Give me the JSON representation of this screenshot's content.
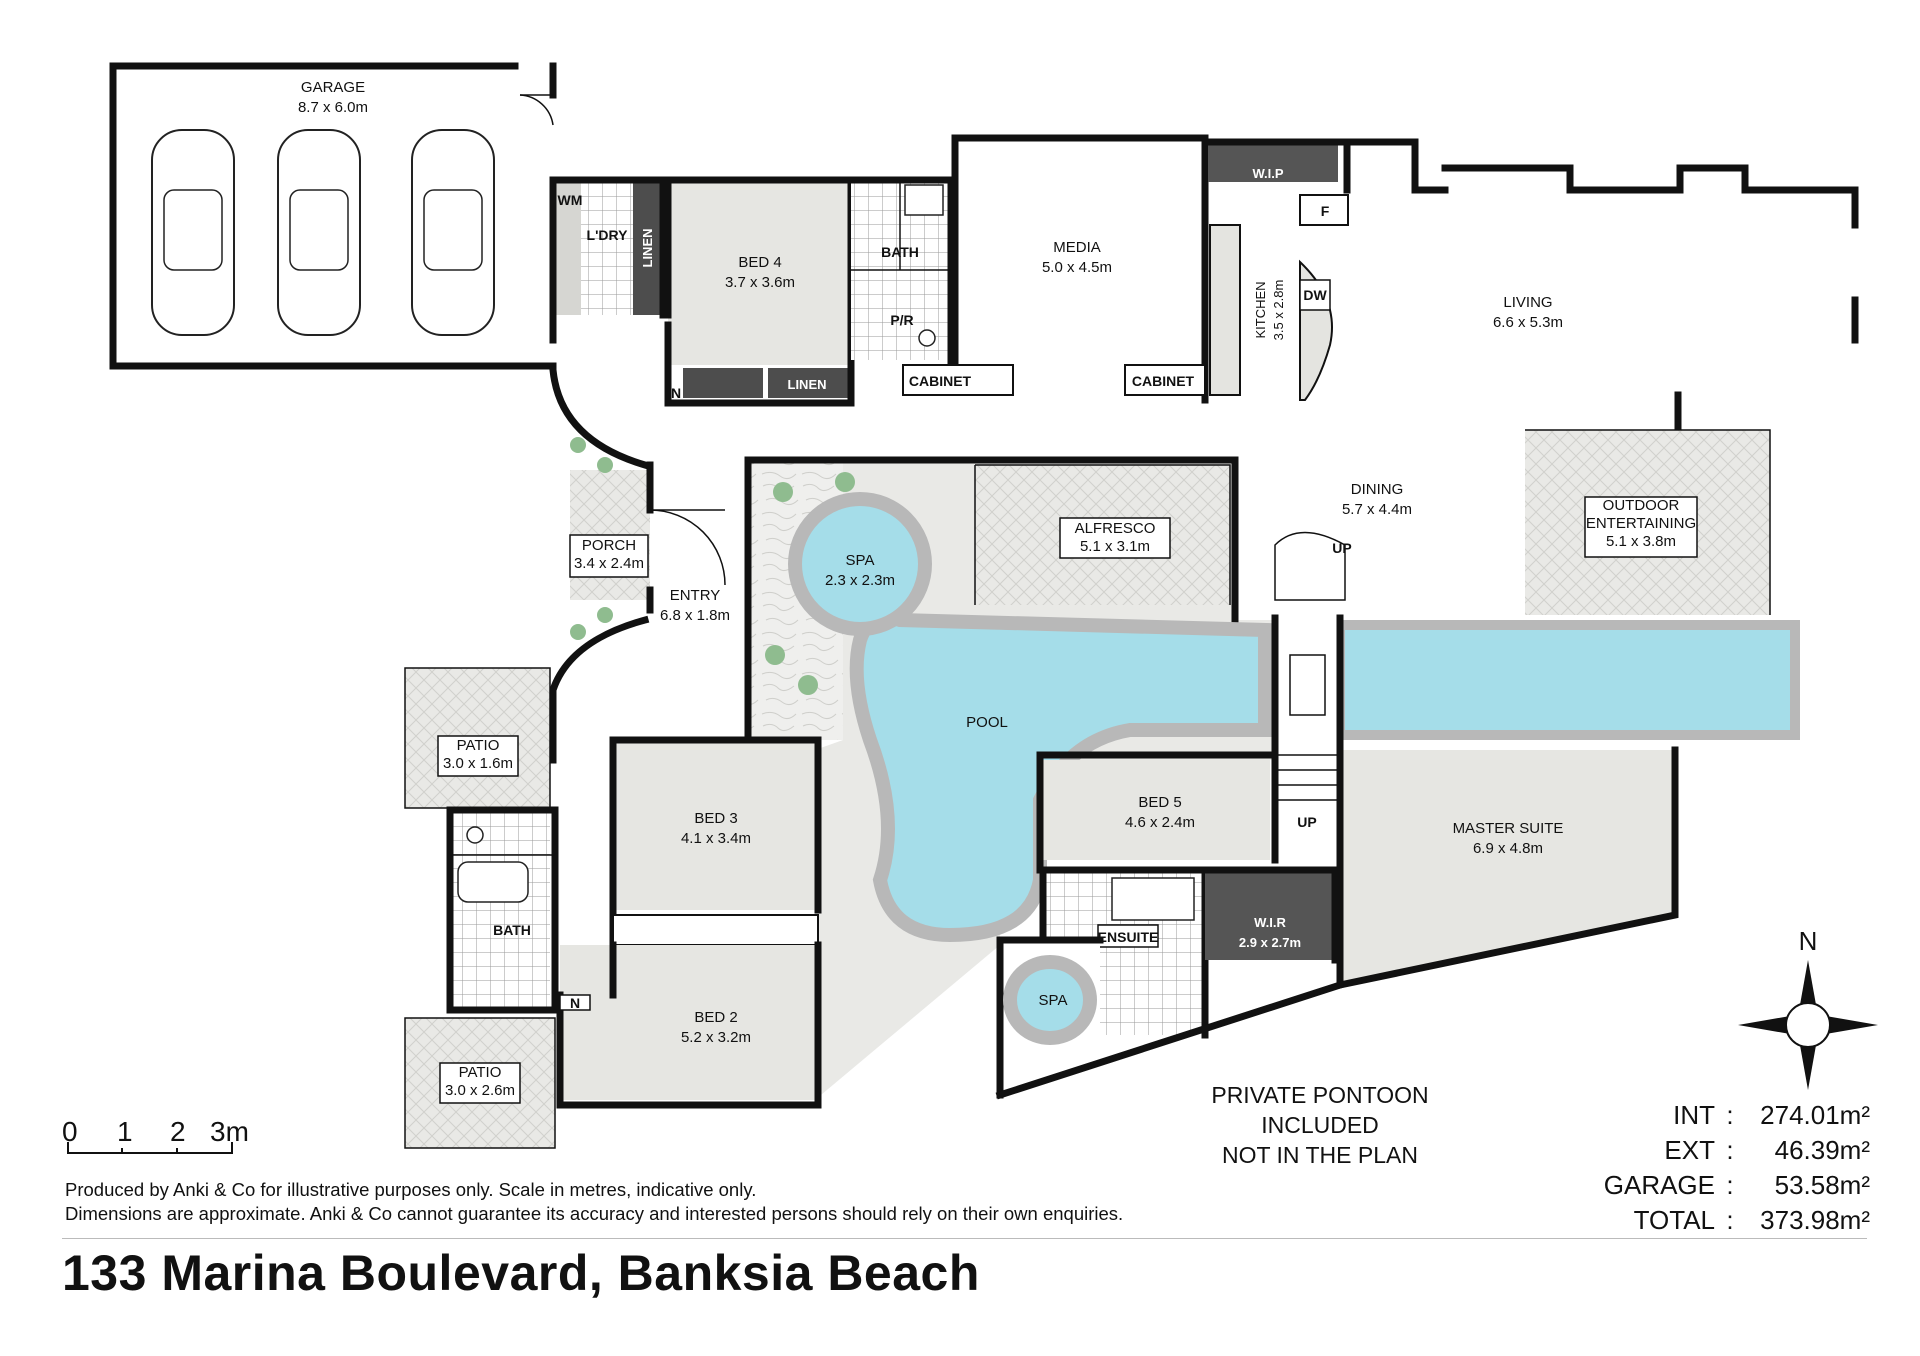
{
  "rooms": {
    "garage": {
      "name": "GARAGE",
      "dims": "8.7 x 6.0m"
    },
    "wm": "WM",
    "laundry": "L'DRY",
    "linen_1": "LINEN",
    "bed4": {
      "name": "BED 4",
      "dims": "3.7 x 3.6m"
    },
    "linen_2": "LINEN",
    "n_1": "N",
    "bath_1": "BATH",
    "pr": "P/R",
    "cabinet_1": "CABINET",
    "media": {
      "name": "MEDIA",
      "dims": "5.0 x 4.5m"
    },
    "cabinet_2": "CABINET",
    "wip": "W.I.P",
    "fridge": "F",
    "kitchen": {
      "name": "KITCHEN",
      "dims": "3.5 x 2.8m"
    },
    "dw": "DW",
    "living": {
      "name": "LIVING",
      "dims": "6.6 x 5.3m"
    },
    "dining": {
      "name": "DINING",
      "dims": "5.7 x 4.4m"
    },
    "up_1": "UP",
    "outdoor": {
      "name_line1": "OUTDOOR",
      "name_line2": "ENTERTAINING",
      "dims": "5.1 x 3.8m"
    },
    "porch": {
      "name": "PORCH",
      "dims": "3.4 x 2.4m"
    },
    "entry": {
      "name": "ENTRY",
      "dims": "6.8 x 1.8m"
    },
    "spa_1": {
      "name": "SPA",
      "dims": "2.3 x 2.3m"
    },
    "alfresco": {
      "name": "ALFRESCO",
      "dims": "5.1 x 3.1m"
    },
    "pool": "POOL",
    "patio_1": {
      "name": "PATIO",
      "dims": "3.0 x 1.6m"
    },
    "bed3": {
      "name": "BED 3",
      "dims": "4.1 x 3.4m"
    },
    "bath_2": "BATH",
    "bed2": {
      "name": "BED 2",
      "dims": "5.2 x 3.2m"
    },
    "n_2": "N",
    "patio_2": {
      "name": "PATIO",
      "dims": "3.0 x 2.6m"
    },
    "bed5": {
      "name": "BED 5",
      "dims": "4.6 x 2.4m"
    },
    "up_2": "UP",
    "ensuite": "ENSUITE",
    "wir": {
      "name": "W.I.R",
      "dims": "2.9 x 2.7m"
    },
    "spa_2": "SPA",
    "master": {
      "name": "MASTER SUITE",
      "dims": "6.9 x 4.8m"
    }
  },
  "compass": "N",
  "pontoon_note": {
    "line1": "PRIVATE PONTOON INCLUDED",
    "line2": "NOT IN THE PLAN"
  },
  "areas": [
    {
      "label": "INT",
      "sep": ":",
      "value": "274.01m²"
    },
    {
      "label": "EXT",
      "sep": ":",
      "value": "46.39m²"
    },
    {
      "label": "GARAGE",
      "sep": ":",
      "value": "53.58m²"
    },
    {
      "label": "TOTAL",
      "sep": ":",
      "value": "373.98m²"
    }
  ],
  "scale": {
    "ticks": [
      "0",
      "1",
      "2",
      "3m"
    ]
  },
  "disclaimer": {
    "line1": "Produced by Anki & Co for illustrative purposes only. Scale in metres, indicative only.",
    "line2": "Dimensions are approximate. Anki & Co cannot guarantee its accuracy and interested persons should rely on their own enquiries."
  },
  "address": "133 Marina Boulevard, Banksia Beach",
  "colors": {
    "pool": "#a5dde9",
    "floor_grey": "#e6e6e2",
    "wall": "#111111",
    "dark_room": "#555555"
  }
}
